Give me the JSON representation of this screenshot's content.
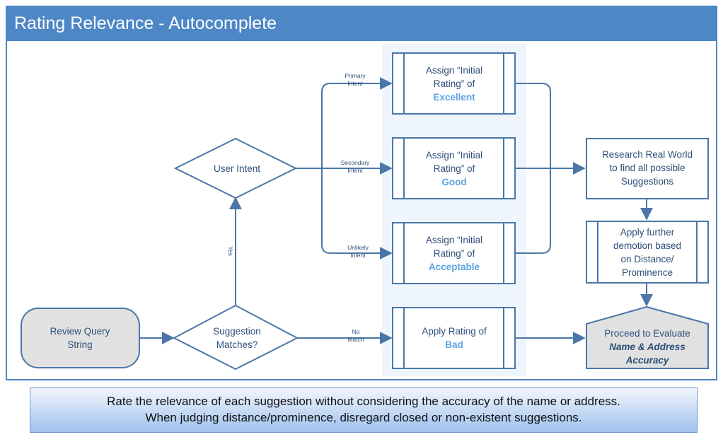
{
  "header": {
    "title": "Rating Relevance - Autocomplete"
  },
  "colors": {
    "header": "#4d87c6",
    "stroke": "#4a77a8",
    "accent": "#5aa3e3",
    "highlight_column": "#eef5fc",
    "grey_fill": "#e1e1e1"
  },
  "nodes": {
    "review_query": [
      "Review Query",
      "String"
    ],
    "suggestion_matches": [
      "Suggestion",
      "Matches?"
    ],
    "user_intent": "User Intent",
    "excellent": {
      "lines": [
        "Assign “Initial",
        "Rating” of"
      ],
      "rating": "Excellent"
    },
    "good": {
      "lines": [
        "Assign “Initial",
        "Rating” of"
      ],
      "rating": "Good"
    },
    "acceptable": {
      "lines": [
        "Assign “Initial",
        "Rating” of"
      ],
      "rating": "Acceptable"
    },
    "bad": {
      "lines": [
        "Apply Rating of"
      ],
      "rating": "Bad"
    },
    "research": [
      "Research Real World",
      "to find all possible",
      "Suggestions"
    ],
    "demotion": [
      "Apply further",
      "demotion based",
      "on Distance/",
      "Prominence"
    ],
    "proceed": {
      "line": "Proceed to Evaluate",
      "emphasis": [
        "Name & Address",
        "Accuracy"
      ]
    }
  },
  "edges": {
    "yes": "Yes",
    "primary": [
      "Primary",
      "Intent"
    ],
    "secondary": [
      "Secondary",
      "Intent"
    ],
    "unlikely": [
      "Unlikely",
      "Intent"
    ],
    "no_match": [
      "No",
      "Match"
    ]
  },
  "caption": {
    "line1": "Rate the relevance of each suggestion without considering the accuracy of the name or address.",
    "line2": "When judging distance/prominence, disregard closed or non-existent suggestions."
  }
}
